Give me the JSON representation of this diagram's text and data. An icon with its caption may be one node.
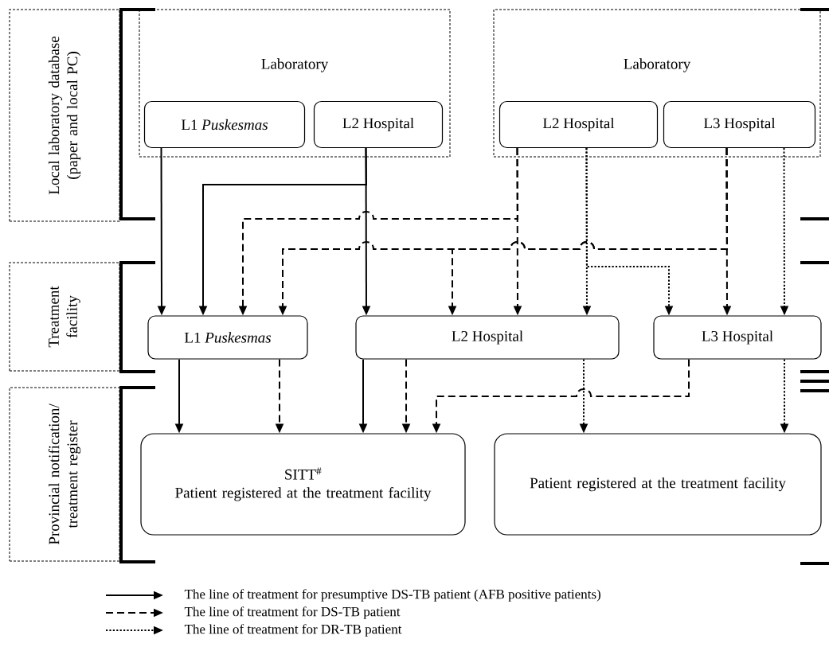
{
  "diagram": {
    "nodes": [
      {
        "text": [
          "Local laboratory database (paper and local PC)"
        ]
      },
      {
        "text": [
          "Laboratory"
        ]
      },
      {
        "text": [
          "L1 *Puskesmas*"
        ],
        "in": 1
      },
      {
        "text": [
          "L2 Hospital"
        ],
        "in": 1
      },
      {
        "text": [
          "Laboratory"
        ]
      },
      {
        "text": [
          "L2 Hospital"
        ],
        "in": 4
      },
      {
        "text": [
          "L3 Hospital"
        ],
        "in": 4
      },
      {
        "text": [
          "Treatment facility"
        ]
      },
      {
        "text": [
          "L1 *Puskesmas*"
        ]
      },
      {
        "text": [
          "L2 Hospital"
        ]
      },
      {
        "text": [
          "L3 Hospital"
        ]
      },
      {
        "text": [
          "Provincial notification/ treatment register"
        ]
      },
      {
        "text": [
          "SITT$^{#}$",
          "Patient registered at the treatment facility"
        ]
      },
      {
        "text": [
          "Patient registered at the treatment facility"
        ]
      }
    ],
    "edges": [
      {
        "from": 2,
        "to": 8,
        "arrow": "to"
      },
      {
        "from": 3,
        "to": 8,
        "arrow": "to"
      },
      {
        "from": 3,
        "to": 9,
        "arrow": "to"
      },
      {
        "from": 5,
        "to": 8,
        "arrow": "to",
        "style": "dashed"
      },
      {
        "from": 5,
        "to": 9,
        "arrow": "to",
        "style": "dashed"
      },
      {
        "from": 6,
        "to": 8,
        "arrow": "to",
        "style": "dashed"
      },
      {
        "from": 6,
        "to": 9,
        "arrow": "to",
        "style": "dashed"
      },
      {
        "from": 6,
        "to": 10,
        "arrow": "to",
        "style": "dashed"
      },
      {
        "from": 5,
        "to": 9,
        "arrow": "to",
        "style": "dashed"
      },
      {
        "from": 5,
        "to": 10,
        "arrow": "to",
        "style": "dashed"
      },
      {
        "from": 6,
        "to": 10,
        "arrow": "to",
        "style": "dashed"
      },
      {
        "from": 8,
        "to": 12,
        "arrow": "to"
      },
      {
        "from": 8,
        "to": 12,
        "arrow": "to",
        "style": "dashed"
      },
      {
        "from": 9,
        "to": 12,
        "arrow": "to"
      },
      {
        "from": 9,
        "to": 12,
        "arrow": "to",
        "style": "dashed"
      },
      {
        "from": 10,
        "to": 12,
        "arrow": "to",
        "style": "dashed"
      },
      {
        "from": 9,
        "to": 13,
        "arrow": "to",
        "style": "dashed"
      },
      {
        "from": 10,
        "to": 13,
        "arrow": "to",
        "style": "dashed"
      }
    ],
    "legend": [
      {
        "text": "The line of treatment for presumptive DS-TB patient (AFB positive patients)"
      },
      {
        "text": "The line of treatment for DS-TB patient"
      },
      {
        "text": "The line of treatment for DR-TB patient"
      }
    ]
  }
}
